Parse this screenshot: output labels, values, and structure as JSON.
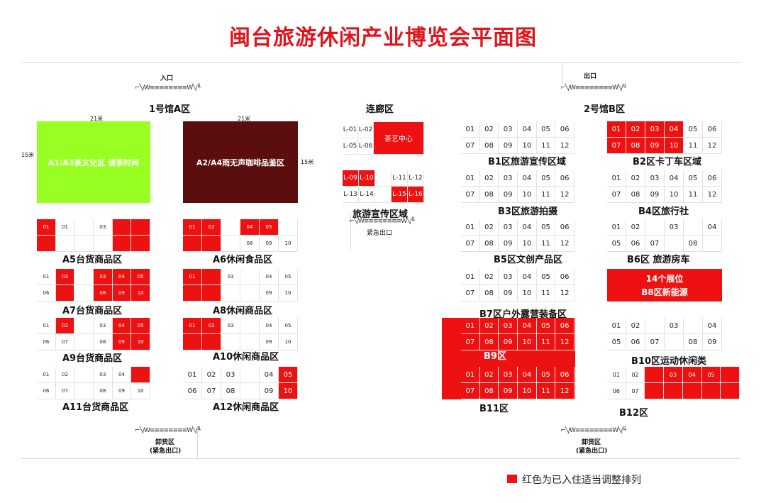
{
  "title": "闽台旅游休闲产业博览会平面图",
  "colors": {
    "occupied": "#ee1111",
    "tea_zone": "#99ff22",
    "coffee_zone": "#5a0e0e",
    "title": "#e0151c"
  },
  "entrance_label": "入口",
  "exit_label": "出口",
  "door_symbol": "⌐╲∕W≡≡≡≡≡≡≡≡W╲∕╙",
  "hall_a": "1号馆A区",
  "hall_b": "2号馆B区",
  "corridor": "连廊区",
  "dim_21": "21米",
  "dim_15": "15米",
  "a1a3": "A1/A3茶文化区 请茶时间",
  "a2a4": "A2/A4雨无声咖啡品鉴区",
  "l_codes": [
    "L-01",
    "L-02",
    "L-05",
    "L-06",
    "L-09",
    "L-10",
    "L-11",
    "L-12",
    "L-13",
    "L-14",
    "L-15",
    "L-16"
  ],
  "l_center": "茶艺中心",
  "l_caption": "旅游宣传区域",
  "emergency_exit": "紧急出口",
  "unload_line1": "卸货区",
  "unload_line2": "(紧急出口)",
  "a5": "A5台货商品区",
  "a6": "A6休闲食品区",
  "a7": "A7台货商品区",
  "a8": "A8休闲商品区",
  "a9": "A9台货商品区",
  "a10": "A10休闲商品区",
  "a11": "A11台货商品区",
  "a12": "A12休闲商品区",
  "b1": "B1区旅游宣传区域",
  "b2": "B2区卡丁车区域",
  "b3": "B3区旅游拍摄",
  "b4": "B4区旅行社",
  "b5": "B5区文创产品区",
  "b6": "B6区 旅游房车",
  "b7": "B7区户外露营装备区",
  "b8_line1": "14个展位",
  "b8_line2": "B8区新能源",
  "b9": "B9区",
  "b10": "B10区运动休闲类",
  "b11": "B11区",
  "b12": "B12区",
  "legend": "红色为已入住适当调整排列"
}
